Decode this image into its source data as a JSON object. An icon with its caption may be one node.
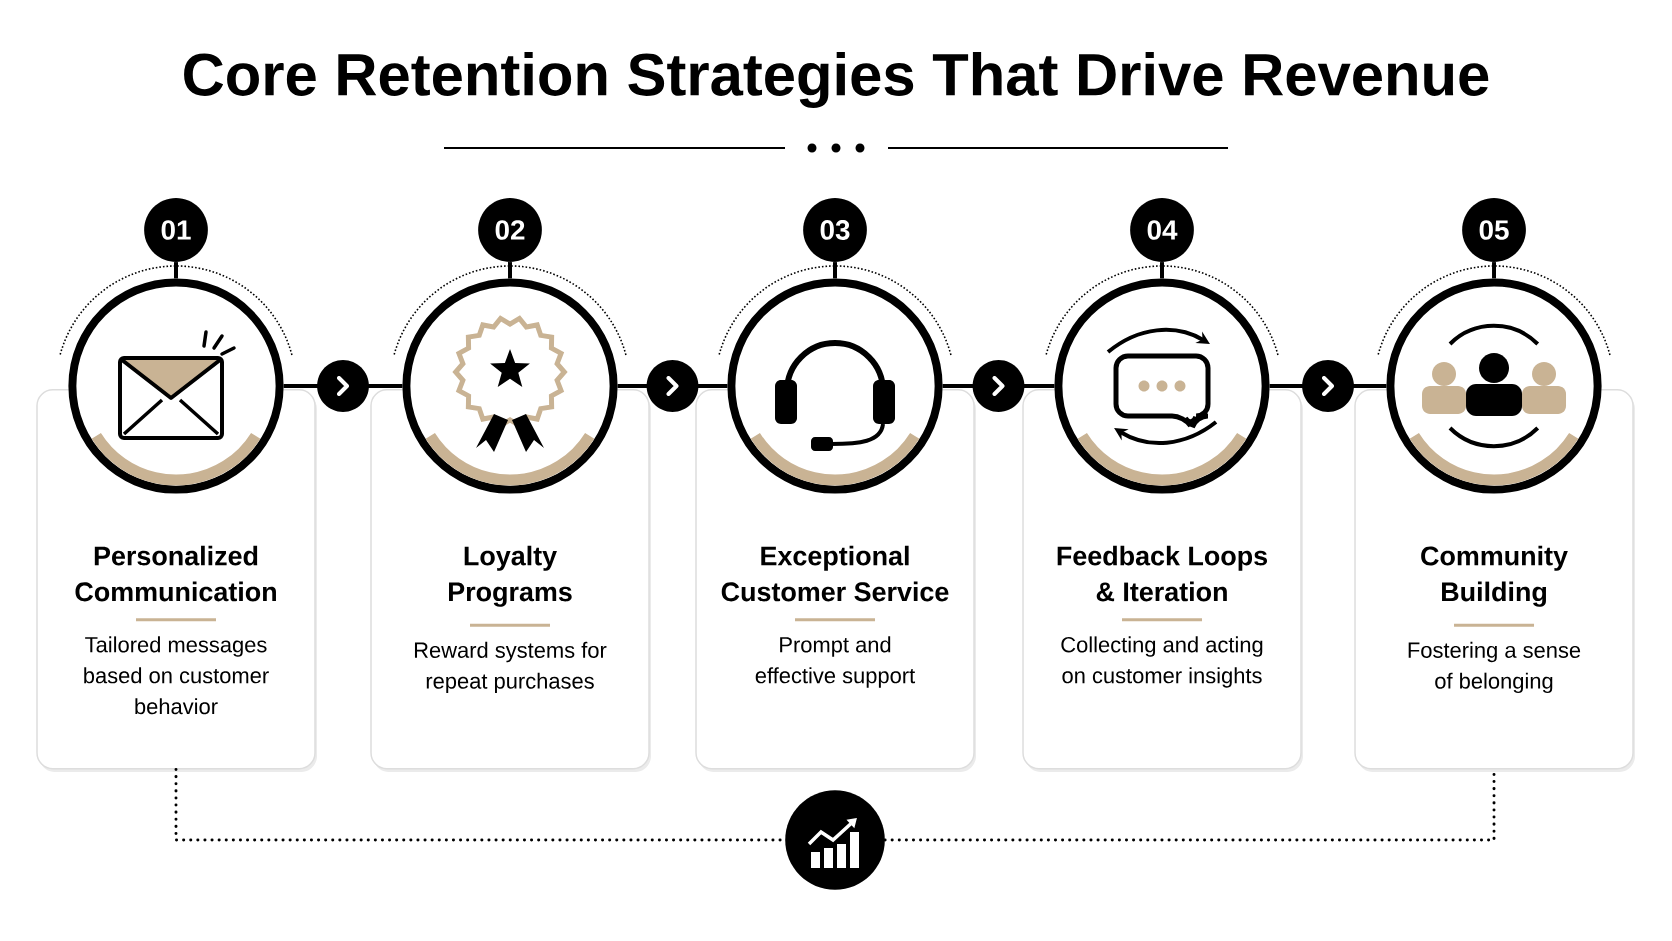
{
  "diagram": {
    "title": "Core Retention Strategies That Drive Revenue",
    "nodes": [
      {
        "text": [
          "01"
        ]
      },
      {
        "text": [],
        "shape": "circle"
      },
      {
        "text": [
          "Personalized Communication",
          "Tailored messages based on customer behavior"
        ]
      },
      {
        "text": [
          "02"
        ]
      },
      {
        "text": [],
        "shape": "circle"
      },
      {
        "text": [
          "Loyalty Programs",
          "Reward systems for repeat purchases"
        ]
      },
      {
        "text": [
          "03"
        ]
      },
      {
        "text": [],
        "shape": "circle"
      },
      {
        "text": [
          "Exceptional Customer Service",
          "Prompt and effective support"
        ]
      },
      {
        "text": [
          "04"
        ]
      },
      {
        "text": [],
        "shape": "circle"
      },
      {
        "text": [
          "Feedback Loops & Iteration",
          "Collecting and acting on customer insights"
        ]
      },
      {
        "text": [
          "05"
        ]
      },
      {
        "text": [],
        "shape": "circle"
      },
      {
        "text": [
          "Community Building",
          "Fostering a sense of belonging"
        ]
      },
      {
        "text": [],
        "shape": "circle"
      }
    ],
    "edges": [
      {
        "from": 0,
        "to": 1,
        "arrow": "none"
      },
      {
        "from": 3,
        "to": 4,
        "arrow": "none"
      },
      {
        "from": 6,
        "to": 7,
        "arrow": "none"
      },
      {
        "from": 9,
        "to": 10,
        "arrow": "none"
      },
      {
        "from": 12,
        "to": 13,
        "arrow": "none"
      },
      {
        "from": 1,
        "to": 4,
        "arrow": "to"
      },
      {
        "from": 4,
        "to": 7,
        "arrow": "to"
      },
      {
        "from": 7,
        "to": 10,
        "arrow": "to"
      },
      {
        "from": 10,
        "to": 13,
        "arrow": "to"
      },
      {
        "from": 2,
        "to": 15,
        "arrow": "none",
        "style": "dashed"
      },
      {
        "from": 15,
        "to": 14,
        "arrow": "none",
        "style": "dashed"
      }
    ]
  }
}
